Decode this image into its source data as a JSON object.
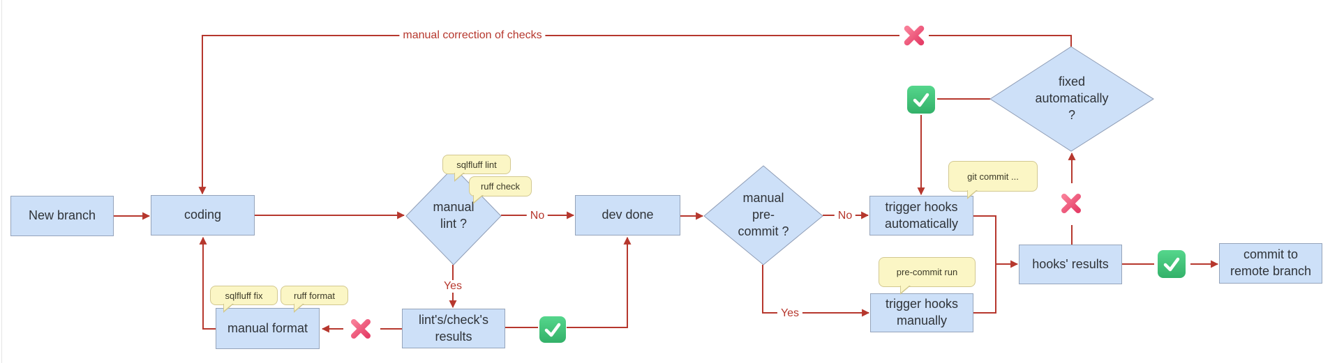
{
  "diagram_type": "flowchart",
  "nodes": {
    "new_branch": "New branch",
    "coding": "coding",
    "manual_lint": "manual\nlint ?",
    "dev_done": "dev done",
    "manual_pre_commit": "manual\npre-\ncommit ?",
    "trigger_hooks_auto": "trigger hooks\nautomatically",
    "trigger_hooks_manual": "trigger hooks\nmanually",
    "hooks_results": "hooks' results",
    "commit_remote": "commit to\nremote branch",
    "fixed_automatically": "fixed\nautomatically\n?",
    "lint_check_results": "lint's/check's\nresults",
    "manual_format": "manual format"
  },
  "edge_labels": {
    "lint_no": "No",
    "lint_yes": "Yes",
    "precommit_no": "No",
    "precommit_yes": "Yes",
    "manual_correction": "manual correction of checks"
  },
  "callouts": {
    "sqlfluff_lint": "sqlfluff lint",
    "ruff_check": "ruff check",
    "sqlfluff_fix": "sqlfluff fix",
    "ruff_format": "ruff format",
    "git_commit": "git commit ...",
    "pre_commit_run": "pre-commit run"
  },
  "icons": {
    "cross-icon": "✗",
    "check-icon": "✓"
  },
  "colors": {
    "node_fill": "#cde0f8",
    "node_border": "#94a3ba",
    "connector": "#b6372d",
    "callout_fill": "#fbf6c5",
    "callout_border": "#d2c890",
    "cross": "#ee5679",
    "check_bg": "#41c078",
    "text": "#2f3338"
  }
}
